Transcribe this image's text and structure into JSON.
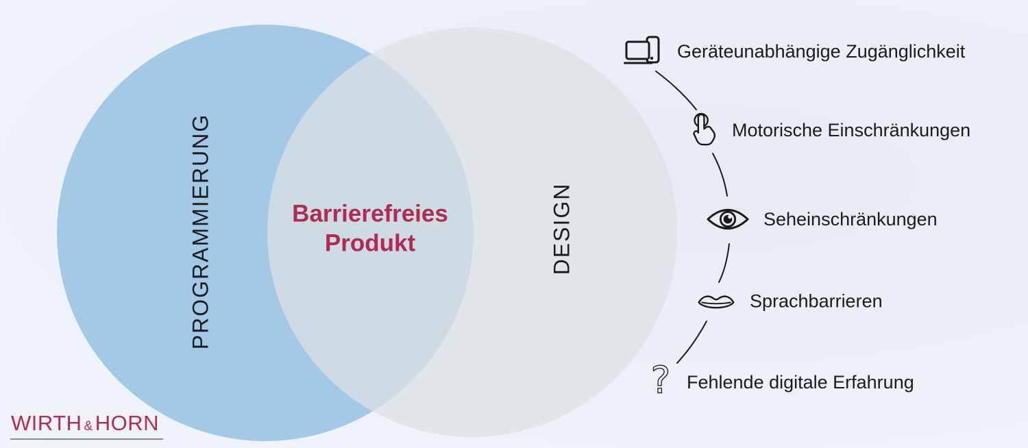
{
  "venn": {
    "left_label": "PROGRAMMIERUNG",
    "right_label": "DESIGN",
    "center_line1": "Barrierefreies",
    "center_line2": "Produkt"
  },
  "barriers": [
    {
      "icon": "devices-icon",
      "label": "Geräteunabhängige Zugänglichkeit"
    },
    {
      "icon": "tap-gesture-icon",
      "label": "Motorische Einschränkungen"
    },
    {
      "icon": "eye-icon",
      "label": "Seheinschränkungen"
    },
    {
      "icon": "lips-icon",
      "label": "Sprachbarrieren"
    },
    {
      "icon": "question-mark-icon",
      "label": "Fehlende digitale Erfahrung"
    }
  ],
  "logo": {
    "part1": "WIRTH",
    "amp": "&",
    "part2": "HORN"
  },
  "colors": {
    "accent_crimson": "#b22a52",
    "logo_red": "#b52a4e",
    "circle_blue": "#a4c9e7",
    "circle_gray": "#e0e1e3",
    "overlap": "#ccd6de",
    "text_dark": "#1b1b1d"
  }
}
